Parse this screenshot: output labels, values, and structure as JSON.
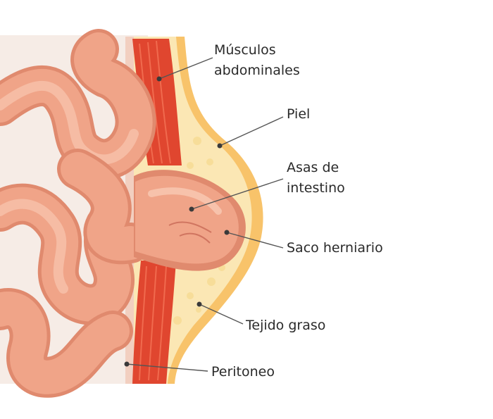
{
  "labels": {
    "musculos_line1": "Músculos",
    "musculos_line2": "abdominales",
    "piel": "Piel",
    "asas_line1": "Asas de",
    "asas_line2": "intestino",
    "saco": "Saco herniario",
    "tejido": "Tejido  graso",
    "peritoneo": "Peritoneo"
  },
  "colors": {
    "background_wash": "#f6ece6",
    "intestine": "#f0a488",
    "intestine_highlight": "#f7c2ab",
    "intestine_shadow": "#e08a6e",
    "muscle": "#e0462f",
    "muscle_fiber": "#f06a4e",
    "fat": "#fbe7b4",
    "skin": "#f8c36a",
    "peritoneum": "#f2cfc0"
  },
  "icons": [
    "hernia-anatomy-illustration"
  ]
}
